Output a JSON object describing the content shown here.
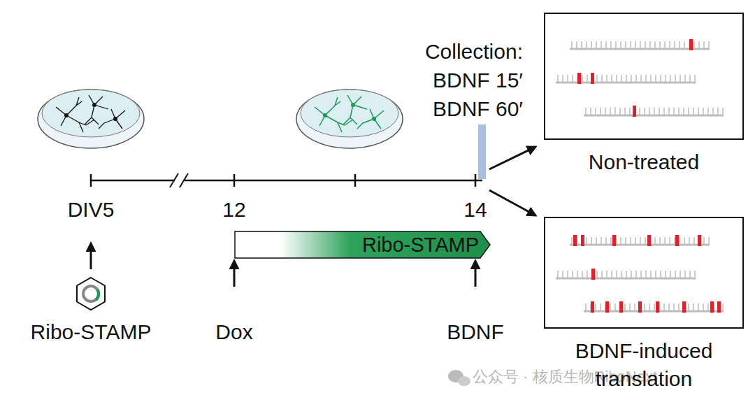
{
  "diagram": {
    "nodes": [
      {
        "text": [
          "Ribo-STAMP"
        ]
      },
      {
        "text": [
          "Non-treated"
        ]
      },
      {
        "text": [
          "BDNF-induced translation"
        ]
      }
    ],
    "labels": [
      "Collection:",
      "BDNF 15′",
      "BDNF 60′",
      "DIV5",
      "12",
      "14",
      "Ribo-STAMP",
      "Dox",
      "BDNF",
      "公众号 · 核质生物RiboNext"
    ]
  }
}
